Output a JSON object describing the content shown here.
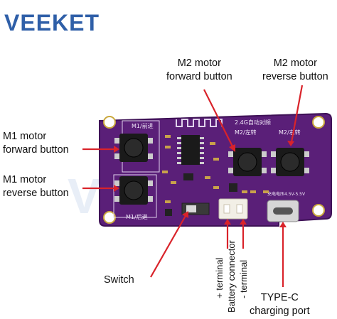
{
  "logo": {
    "text": "VEEKET",
    "color": "#2f5fa8"
  },
  "watermark": {
    "text": "VEEKET"
  },
  "board": {
    "color": "#5a1f78",
    "silk_top": "2.4G自动对频",
    "silk_m1_fwd": "M1/前进",
    "silk_m1_rev": "M1/后退",
    "silk_m2_fwd": "M2/左转",
    "silk_m2_rev": "M2/右转",
    "silk_voltage": "充电电压4.5V-5.5V"
  },
  "labels": {
    "m1_forward": [
      "M1 motor",
      "forward button"
    ],
    "m1_reverse": [
      "M1 motor",
      "reverse button"
    ],
    "m2_forward": [
      "M2 motor",
      "forward button"
    ],
    "m2_reverse": [
      "M2 motor",
      "reverse button"
    ],
    "switch": "Switch",
    "plus_terminal": "+ terminal",
    "battery_connector": "Battery connector",
    "minus_terminal": "- terminal",
    "typec": [
      "TYPE-C",
      "charging port"
    ]
  },
  "colors": {
    "arrow": "#d9232a",
    "label": "#111111"
  }
}
